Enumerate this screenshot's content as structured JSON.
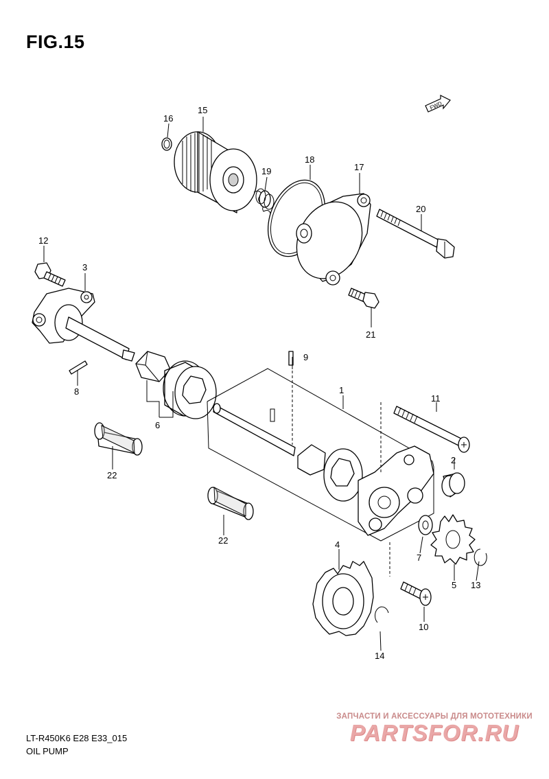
{
  "figure": {
    "title": "FIG.15"
  },
  "direction_badge": {
    "text": "FWD"
  },
  "callouts": [
    {
      "num": "1"
    },
    {
      "num": "2"
    },
    {
      "num": "3"
    },
    {
      "num": "4"
    },
    {
      "num": "5"
    },
    {
      "num": "6"
    },
    {
      "num": "7"
    },
    {
      "num": "8"
    },
    {
      "num": "9"
    },
    {
      "num": "10"
    },
    {
      "num": "11"
    },
    {
      "num": "12"
    },
    {
      "num": "13"
    },
    {
      "num": "14"
    },
    {
      "num": "15"
    },
    {
      "num": "16"
    },
    {
      "num": "17"
    },
    {
      "num": "18"
    },
    {
      "num": "19"
    },
    {
      "num": "20"
    },
    {
      "num": "21"
    },
    {
      "num": "22"
    },
    {
      "num": "22"
    }
  ],
  "footer": {
    "model_code": "LT-R450K6 E28 E33_015",
    "caption": "OIL PUMP"
  },
  "watermark": {
    "tagline": "ЗАПЧАСТИ И АКСЕССУАРЫ ДЛЯ МОТОТЕХНИКИ",
    "brand": "PARTSFOR.RU"
  },
  "colors": {
    "line": "#000000",
    "background": "#ffffff",
    "watermark": "#e9a7a7"
  }
}
